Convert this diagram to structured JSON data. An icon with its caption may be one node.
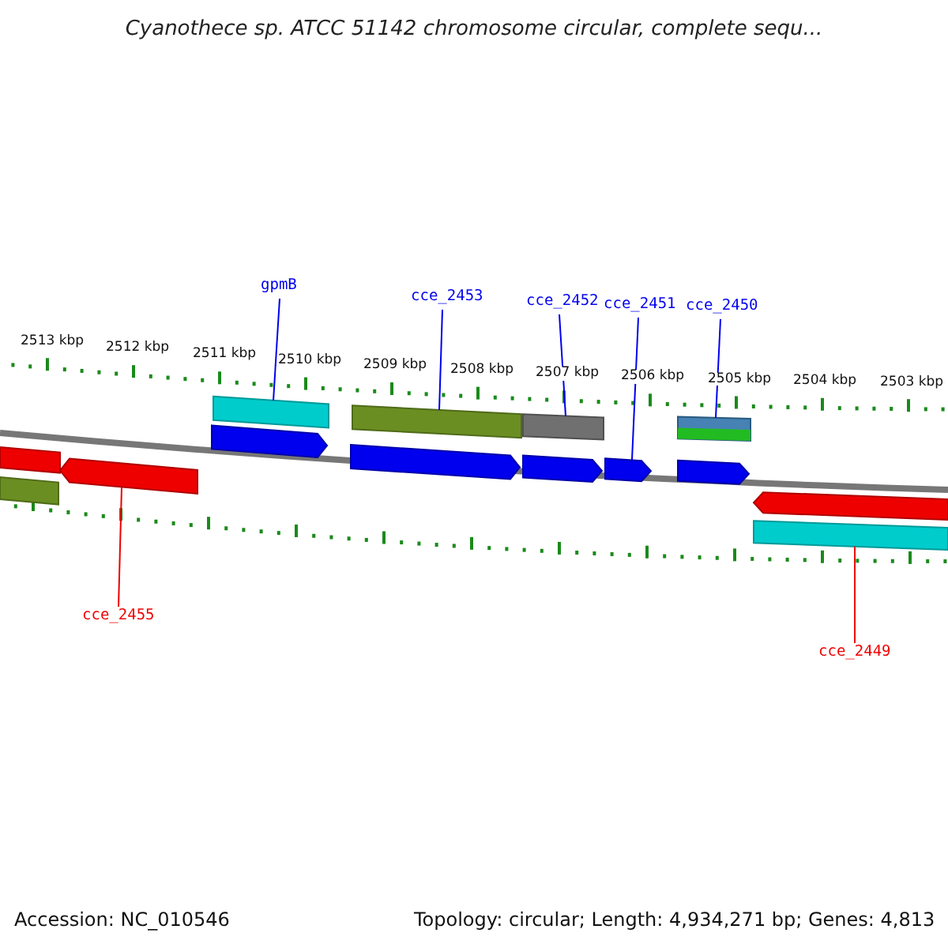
{
  "diagram": {
    "title": "Cyanothece sp. ATCC 51142 chromosome circular, complete sequ...",
    "nodes": [
      {
        "text": [
          "gpmB"
        ]
      },
      {
        "text": [
          "cce_2453"
        ]
      },
      {
        "text": [
          "cce_2452"
        ]
      },
      {
        "text": [
          "cce_2451"
        ]
      },
      {
        "text": [
          "cce_2450"
        ]
      },
      {
        "text": [
          "cce_2455"
        ]
      },
      {
        "text": [
          "cce_2449"
        ]
      },
      {
        "text": [],
        "shape": "bar"
      },
      {
        "text": [],
        "shape": "bar"
      },
      {
        "text": [],
        "shape": "bar"
      },
      {
        "text": [],
        "shape": "bar"
      },
      {
        "text": [],
        "shape": "bar"
      },
      {
        "text": [],
        "shape": "bar"
      },
      {
        "text": [],
        "shape": "bar"
      },
      {
        "text": [],
        "shape": "bar"
      },
      {
        "text": [],
        "shape": "bar"
      },
      {
        "text": [],
        "shape": "bar"
      },
      {
        "text": [],
        "shape": "bar"
      },
      {
        "text": [],
        "shape": "bar"
      },
      {
        "text": [],
        "shape": "bar"
      },
      {
        "text": [],
        "shape": "bar"
      }
    ],
    "edges": [
      {
        "from": 0,
        "to": 7,
        "arrow": "none"
      },
      {
        "from": 1,
        "to": 8,
        "arrow": "none"
      },
      {
        "from": 2,
        "to": 9,
        "arrow": "none"
      },
      {
        "from": 3,
        "to": 10,
        "arrow": "none"
      },
      {
        "from": 4,
        "to": 11,
        "arrow": "none"
      },
      {
        "from": 5,
        "to": 12,
        "arrow": "none",
        "color": "#ee0000"
      },
      {
        "from": 6,
        "to": 13,
        "arrow": "none",
        "color": "#ee0000"
      }
    ],
    "labels": [
      "2513 kbp",
      "2512 kbp",
      "2511 kbp",
      "2510 kbp",
      "2509 kbp",
      "2508 kbp",
      "2507 kbp",
      "2506 kbp",
      "2505 kbp",
      "2504 kbp",
      "2503 kbp",
      "Accession: NC_010546",
      "Topology: circular; Length: 4,934,271 bp; Genes: 4,813"
    ]
  }
}
